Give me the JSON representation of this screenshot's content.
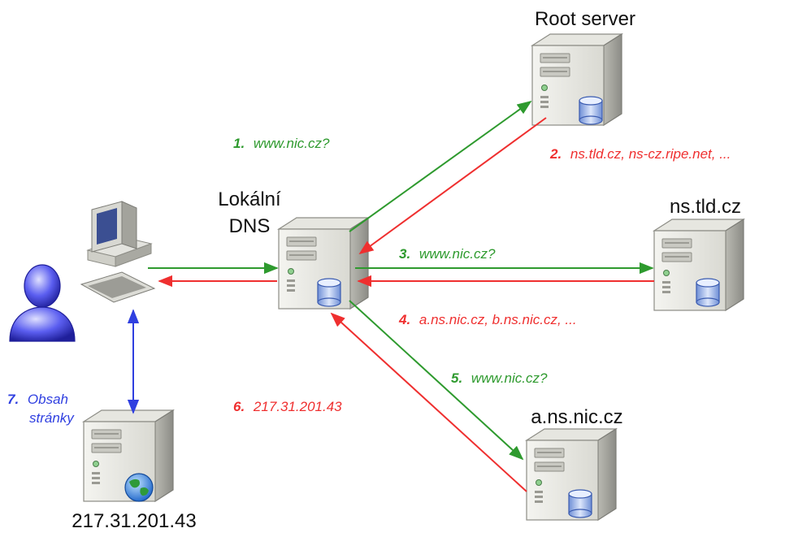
{
  "colors": {
    "query": "#2e9a2e",
    "response": "#ef2f2f",
    "content": "#2f3fe0"
  },
  "nodes": {
    "root": {
      "label": "Root server"
    },
    "local_dns": {
      "label_line1": "Lokální",
      "label_line2": "DNS"
    },
    "tld": {
      "label": "ns.tld.cz"
    },
    "auth": {
      "label": "a.ns.nic.cz"
    },
    "web": {
      "label": "217.31.201.43"
    }
  },
  "steps": [
    {
      "num": "1.",
      "text": "www.nic.cz?",
      "kind": "query"
    },
    {
      "num": "2.",
      "text": "ns.tld.cz, ns-cz.ripe.net, ...",
      "kind": "response"
    },
    {
      "num": "3.",
      "text": "www.nic.cz?",
      "kind": "query"
    },
    {
      "num": "4.",
      "text": "a.ns.nic.cz, b.ns.nic.cz, ...",
      "kind": "response"
    },
    {
      "num": "5.",
      "text": "www.nic.cz?",
      "kind": "query"
    },
    {
      "num": "6.",
      "text": "217.31.201.43",
      "kind": "response"
    },
    {
      "num": "7.",
      "text_line1": "Obsah",
      "text_line2": "stránky",
      "kind": "content"
    }
  ]
}
